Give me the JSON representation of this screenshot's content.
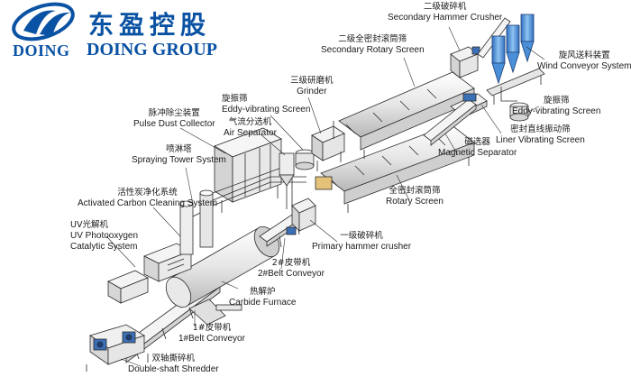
{
  "logo": {
    "mark_text": "DOING",
    "cn_name": "东盈控股",
    "en_group": "DOING GROUP"
  },
  "labels": {
    "secondary_hammer_crusher": {
      "cn": "二级破碎机",
      "en": "Secondary Hammer Crusher"
    },
    "secondary_rotary_screen": {
      "cn": "二级全密封滚筒筛",
      "en": "Secondary Rotary Screen"
    },
    "grinder": {
      "cn": "三级研磨机",
      "en": "Grinder"
    },
    "eddy_vibrating_screen_left": {
      "cn": "旋振筛",
      "en": "Eddy-vibrating Screen"
    },
    "air_separator": {
      "cn": "气流分选机",
      "en": "Air Separator"
    },
    "pulse_dust_collector": {
      "cn": "脉冲除尘装置",
      "en": "Pulse Dust Collector"
    },
    "spraying_tower_system": {
      "cn": "喷淋塔",
      "en": "Spraying Tower System"
    },
    "activated_carbon_cleaning_system": {
      "cn": "活性炭净化系统",
      "en": "Activated Carbon Cleaning System"
    },
    "uv_photooxygen": {
      "cn": "UV光解机",
      "en": "UV Photooxygen",
      "en2": "Catalytic System"
    },
    "wind_conveyor_system": {
      "cn": "旋风送料装置",
      "en": "Wind Conveyor System"
    },
    "eddy_vibrating_screen_right": {
      "cn": "旋振筛",
      "en": "Eddy-vibrating Screen"
    },
    "liner_vibrating_screen": {
      "cn": "密封直线振动筛",
      "en": "Liner Vibrating Screen"
    },
    "magnetic_separator": {
      "cn": "磁选器",
      "en": "Magnetic Separator"
    },
    "rotary_screen": {
      "cn": "全密封滚筒筛",
      "en": "Rotary Screen"
    },
    "primary_hammer_crusher": {
      "cn": "一级破碎机",
      "en": "Primary hammer crusher"
    },
    "belt_conveyor_2": {
      "cn": "2#皮带机",
      "en": "2#Belt Conveyor"
    },
    "carbide_furnace": {
      "cn": "热解炉",
      "en": "Carbide Furnace"
    },
    "belt_conveyor_1": {
      "cn": "1#皮带机",
      "en": "1#Belt Conveyor"
    },
    "double_shaft_shredder": {
      "cn": "双轴撕碎机",
      "en": "Double-shaft Shredder"
    }
  },
  "colors": {
    "brand_blue": "#0a52a3",
    "line": "#2b2b2b",
    "machine_fill": "#f2f2f2",
    "machine_shade": "#d6d6d6",
    "motor_blue": "#3b6fb6",
    "cyclone_blue": "#4a90d9"
  }
}
